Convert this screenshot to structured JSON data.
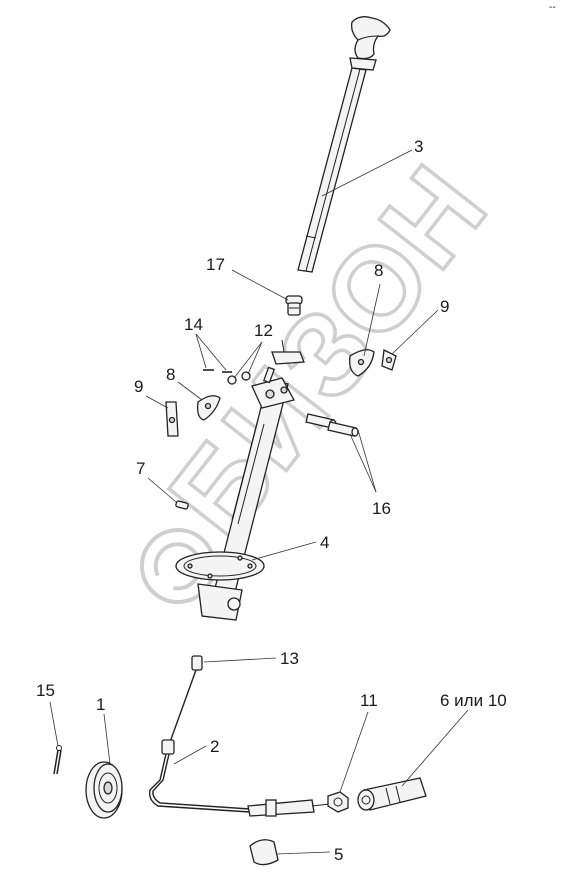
{
  "corner_mark": "--",
  "watermark": {
    "text": "БИЗОН"
  },
  "labels": {
    "p1": "1",
    "p2": "2",
    "p3": "3",
    "p4": "4",
    "p5": "5",
    "p6_10": "6 или 10",
    "p7": "7",
    "p8a": "8",
    "p8b": "8",
    "p9a": "9",
    "p9b": "9",
    "p11": "11",
    "p12": "12",
    "p13": "13",
    "p14": "14",
    "p15": "15",
    "p16": "16",
    "p17": "17"
  }
}
